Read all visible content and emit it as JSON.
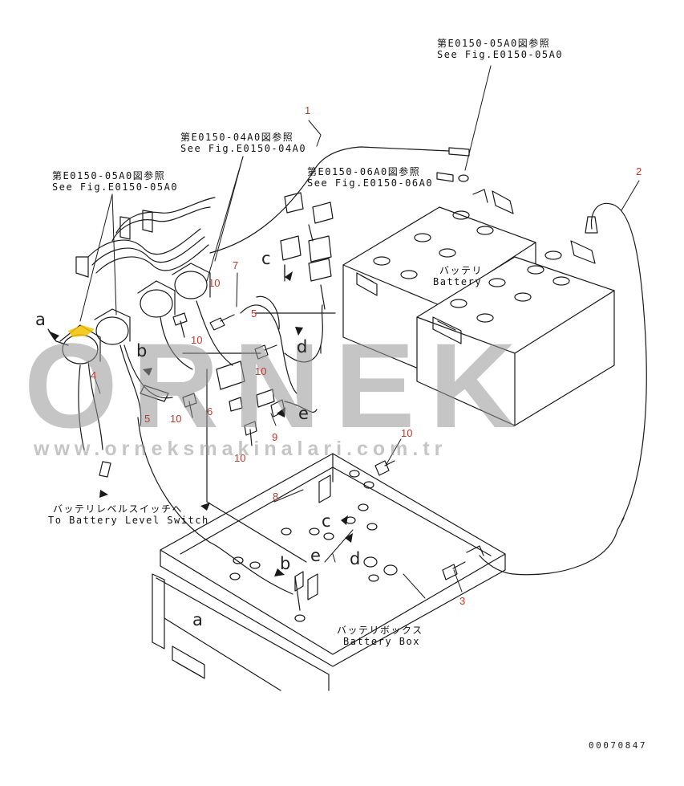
{
  "refs": {
    "fig_05a0_top": {
      "ja": "第E0150-05A0図参照",
      "en": "See Fig.E0150-05A0"
    },
    "fig_04a0": {
      "ja": "第E0150-04A0図参照",
      "en": "See Fig.E0150-04A0"
    },
    "fig_05a0_left": {
      "ja": "第E0150-05A0図参照",
      "en": "See Fig.E0150-05A0"
    },
    "fig_06a0": {
      "ja": "第E0150-06A0図参照",
      "en": "See Fig.E0150-06A0"
    }
  },
  "components": {
    "battery": {
      "ja": "バッテリ",
      "en": "Battery"
    },
    "battery_box": {
      "ja": "バッテリボックス",
      "en": "Battery Box"
    },
    "level_switch": {
      "ja": "バッテリレベルスイッチへ",
      "en": "To Battery Level Switch"
    }
  },
  "callouts": {
    "n1": "1",
    "n2": "2",
    "n3": "3",
    "n4": "4",
    "n5a": "5",
    "n5b": "5",
    "n6": "6",
    "n7": "7",
    "n8": "8",
    "n9": "9",
    "n10a": "10",
    "n10b": "10",
    "n10c": "10",
    "n10d": "10",
    "n10e": "10",
    "n10f": "10"
  },
  "connection_letters": {
    "a1": "a",
    "a2": "a",
    "b1": "b",
    "b2": "b",
    "c1": "c",
    "c2": "c",
    "d1": "d",
    "d2": "d",
    "e1": "e",
    "e2": "e"
  },
  "watermark": {
    "brand": "ORNEK",
    "url": "www.orneksmakinalari.com.tr"
  },
  "document_number": "00070847",
  "colors": {
    "line": "#1a1a1a",
    "callout": "#c0392b",
    "watermark": "#9a9a9a",
    "highlight": "#f2c200"
  }
}
